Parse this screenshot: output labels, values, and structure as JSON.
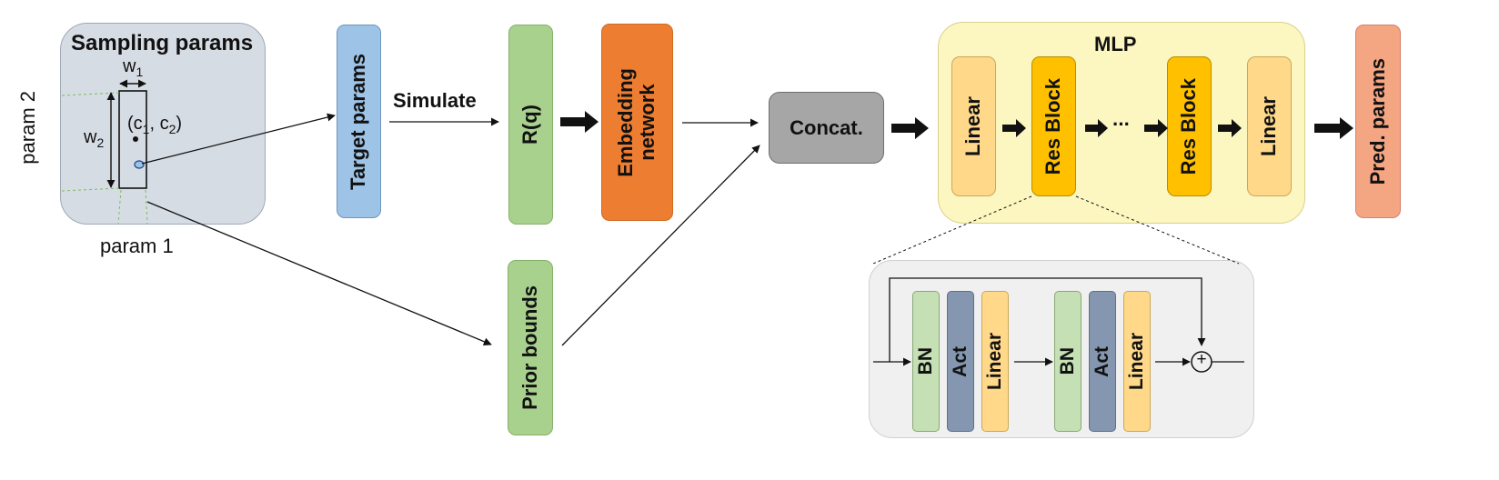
{
  "sampling": {
    "title": "Sampling params",
    "axis_y": "param 2",
    "axis_x": "param 1",
    "w1": "w",
    "w1_sub": "1",
    "w2": "w",
    "w2_sub": "2",
    "center_open": "(c",
    "center_sub1": "1",
    "center_mid": ", c",
    "center_sub2": "2",
    "center_close": ")"
  },
  "nodes": {
    "target_params": "Target params",
    "simulate": "Simulate",
    "rq": "R(q)",
    "embedding": "Embedding\nnetwork",
    "prior_bounds": "Prior bounds",
    "concat": "Concat.",
    "pred_params": "Pred. params"
  },
  "mlp": {
    "title": "MLP",
    "linear_1": "Linear",
    "res_block_1": "Res Block",
    "ellipsis": "···",
    "res_block_2": "Res Block",
    "linear_2": "Linear"
  },
  "resblock_detail": {
    "bn_1": "BN",
    "act_1": "Act",
    "linear_1": "Linear",
    "bn_2": "BN",
    "act_2": "Act",
    "linear_2": "Linear",
    "plus": "+"
  },
  "colors": {
    "sampling_bg": "#d6dce4",
    "target_params": "#9dc3e6",
    "rq": "#a9d18e",
    "embedding": "#ed7d31",
    "prior_bounds": "#a9d18e",
    "concat": "#a6a6a6",
    "mlp_bg": "#fcf6c0",
    "linear": "#ffd88a",
    "res_block": "#ffc000",
    "pred_params": "#f4a582",
    "detail_bg": "#f0f0f0",
    "bn": "#c5e0b4",
    "act": "#8496b0"
  }
}
